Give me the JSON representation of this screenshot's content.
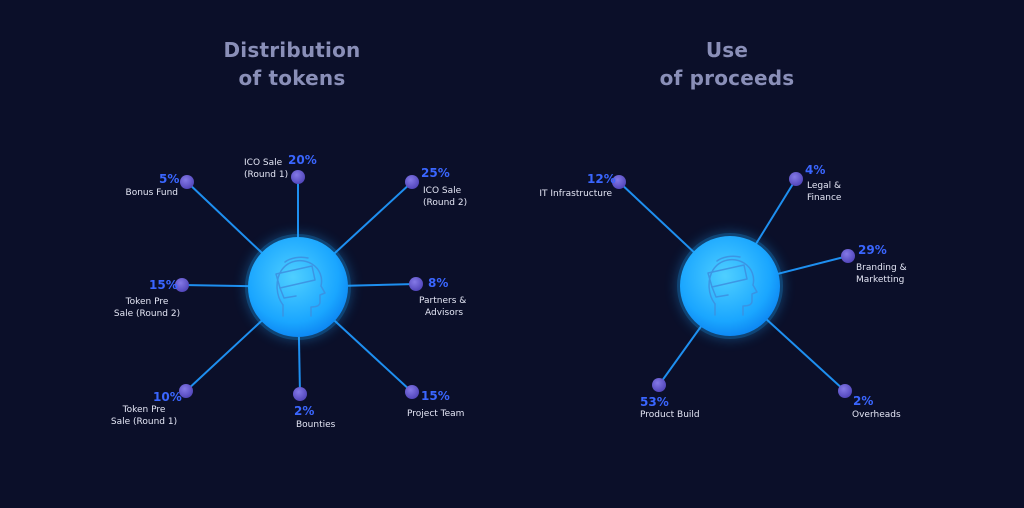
{
  "colors": {
    "background": "#0b0f29",
    "title": "#8a8fb8",
    "percent": "#3a66ff",
    "label": "#e4e6f5",
    "line": "#1e8ff0",
    "node": "#6a5fd0",
    "hub_light": "#44c6ff",
    "hub_dark": "#0a7ff0"
  },
  "left": {
    "title_line1": "Distribution",
    "title_line2": "of tokens",
    "hub_icon": "vr-headset-head-icon",
    "items": [
      {
        "pct": "5%",
        "label_line1": "Bonus Fund",
        "label_line2": ""
      },
      {
        "pct": "20%",
        "label_line1": "ICO Sale",
        "label_line2": "(Round 1)"
      },
      {
        "pct": "25%",
        "label_line1": "ICO Sale",
        "label_line2": "(Round 2)"
      },
      {
        "pct": "8%",
        "label_line1": "Partners &",
        "label_line2": "Advisors"
      },
      {
        "pct": "15%",
        "label_line1": "Project Team",
        "label_line2": ""
      },
      {
        "pct": "2%",
        "label_line1": "Bounties",
        "label_line2": ""
      },
      {
        "pct": "10%",
        "label_line1": "Token Pre",
        "label_line2": "Sale (Round 1)"
      },
      {
        "pct": "15%",
        "label_line1": "Token Pre",
        "label_line2": "Sale (Round 2)"
      }
    ]
  },
  "right": {
    "title_line1": "Use",
    "title_line2": "of proceeds",
    "hub_icon": "vr-headset-head-icon",
    "items": [
      {
        "pct": "12%",
        "label_line1": "IT Infrastructure",
        "label_line2": ""
      },
      {
        "pct": "4%",
        "label_line1": "Legal &",
        "label_line2": "Finance"
      },
      {
        "pct": "29%",
        "label_line1": "Branding &",
        "label_line2": "Marketting"
      },
      {
        "pct": "2%",
        "label_line1": "Overheads",
        "label_line2": ""
      },
      {
        "pct": "53%",
        "label_line1": "Product Build",
        "label_line2": ""
      }
    ]
  }
}
